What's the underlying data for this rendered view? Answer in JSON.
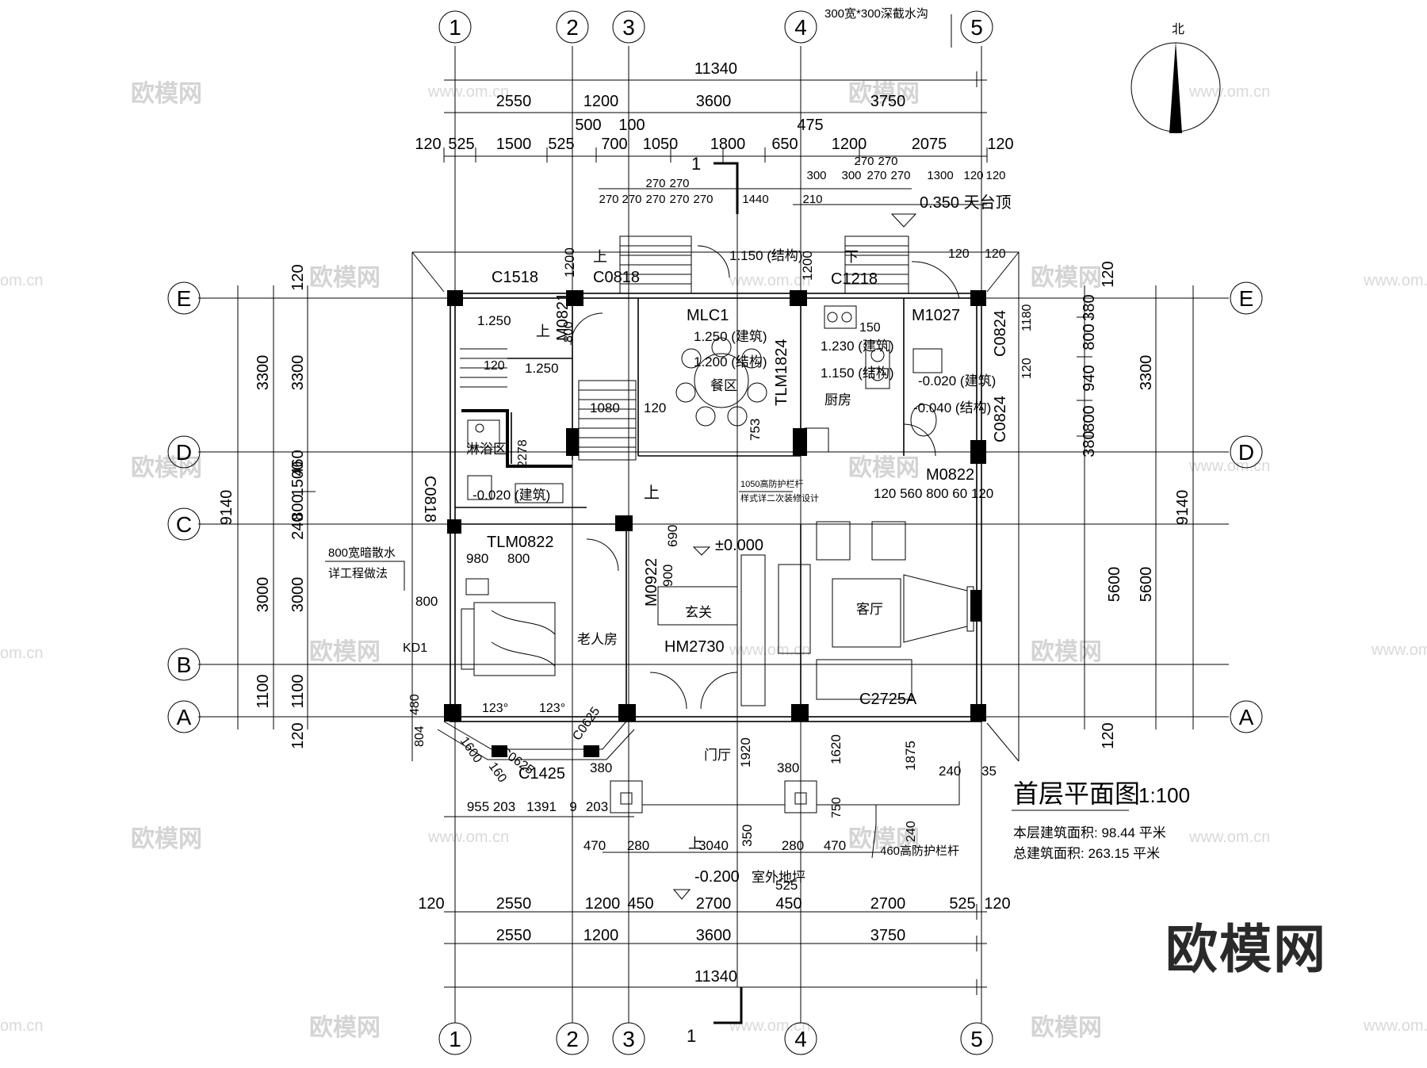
{
  "compass": {
    "label": "北"
  },
  "axes": {
    "vertical": [
      "1",
      "2",
      "3",
      "4",
      "5"
    ],
    "horizontal": [
      "E",
      "D",
      "C",
      "B",
      "A"
    ]
  },
  "dims": {
    "top_total": "11340",
    "top_row1": [
      "2550",
      "1200",
      "3600",
      "3750"
    ],
    "top_row2": [
      "500",
      "100",
      "475"
    ],
    "top_row3": [
      "120",
      "525",
      "1500",
      "525",
      "700",
      "1050",
      "1800",
      "650",
      "1200",
      "2075",
      "120"
    ],
    "top_row4": [
      "270",
      "270",
      "270",
      "270",
      "270",
      "270",
      "270",
      "1440",
      "300",
      "210",
      "300",
      "270",
      "270",
      "270",
      "270",
      "1300",
      "120",
      "120"
    ],
    "left": [
      "120",
      "3300",
      "3300",
      "1500",
      "800",
      "460",
      "240",
      "3000",
      "3000",
      "9140",
      "1100",
      "1100",
      "120"
    ],
    "right": [
      "120",
      "380",
      "800",
      "940",
      "800",
      "380",
      "3300",
      "5600",
      "5600",
      "9140",
      "120"
    ],
    "bottom_row1": [
      "955",
      "203",
      "1391",
      "9",
      "203"
    ],
    "bottom_row2": [
      "470",
      "280",
      "3040",
      "280",
      "470"
    ],
    "bottom_row3": [
      "120",
      "2550",
      "1200",
      "450",
      "2700",
      "450",
      "2700",
      "525",
      "120"
    ],
    "bottom_row4": [
      "2550",
      "1200",
      "3600",
      "3750"
    ],
    "bottom_total": "11340"
  },
  "labels": {
    "ditch": "300宽*300深截水沟",
    "roof_level": "0.350 天台顶",
    "up": "上",
    "down": "下",
    "c1518": "C1518",
    "c0818": "C0818",
    "c1218": "C1218",
    "mlc1": "MLC1",
    "m1027": "M1027",
    "c0824a": "C0824",
    "c0824b": "C0824",
    "m0821": "M0821",
    "tlm1824": "TLM1824",
    "m0822": "M0822",
    "tlm0822": "TLM0822",
    "m0922": "M0922",
    "hm2730": "HM2730",
    "c2725a": "C2725A",
    "c1425": "C1425",
    "c0625a": "C0625",
    "c0625b": "C0625",
    "kd1": "KD1",
    "c0818_left": "C0818",
    "lv_1250a": "1.250",
    "lv_1250b": "1.250",
    "lv_1150": "1.150 (结构)",
    "lv_1250_build": "1.250 (建筑)",
    "lv_1200": "1.200 (结构)",
    "lv_1230": "1.230 (建筑)",
    "lv_1150b": "1.150 (结构)",
    "lv_m0020a": "-0.020 (建筑)",
    "lv_m0040": "-0.040 (结构)",
    "lv_m0020b": "-0.020 (建筑)",
    "lv_zero": "±0.000",
    "lv_outdoor": "-0.200",
    "outdoor": "室外地坪",
    "dining": "餐区",
    "kitchen": "厨房",
    "shower": "淋浴区",
    "foyer": "玄关",
    "living": "客厅",
    "elder_room": "老人房",
    "porch": "门厅",
    "rail_note1": "1050高防护栏杆",
    "rail_note2": "样式详二次装修设计",
    "drain_note1": "800宽暗散水",
    "drain_note2": "详工程做法",
    "rail_460": "460高防护栏杆",
    "sec_mark_top": "1",
    "sec_mark_bottom": "1",
    "angle_a": "123°",
    "angle_b": "123°",
    "d_1080": "1080",
    "d_120a": "120",
    "d_753": "753",
    "d_690": "690",
    "d_900": "900",
    "d_980": "980",
    "d_800a": "800",
    "d_800b": "800",
    "d_480": "480",
    "d_804": "804",
    "d_1600": "1600",
    "d_160": "160",
    "d_380a": "380",
    "d_380b": "380",
    "d_1920": "1920",
    "d_350": "350",
    "d_1620": "1620",
    "d_1875": "1875",
    "d_240a": "240",
    "d_35": "35",
    "d_750": "750",
    "d_240b": "240",
    "d_525": "525",
    "d_1200v": "1200",
    "d_1200v2": "1200",
    "d_120c": "120",
    "d_120d": "120",
    "d_800c": "800",
    "d_1180": "1180",
    "d_120e": "120",
    "m0822_dims": "120  560  800 60 120",
    "d_150": "150",
    "d_2278": "2278",
    "d_120f": "120"
  },
  "title_block": {
    "title": "首层平面图",
    "scale": "1:100",
    "area_floor": "本层建筑面积: 98.44 平米",
    "area_total": "总建筑面积: 263.15 平米"
  },
  "watermark": {
    "brand": "欧模网",
    "site": "www.om.cn",
    "partial": "om.cn"
  }
}
